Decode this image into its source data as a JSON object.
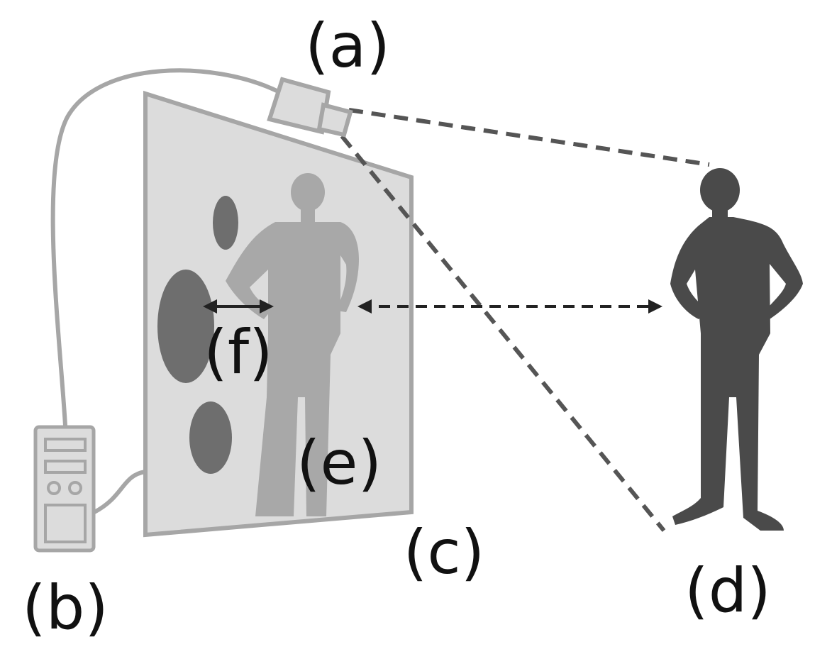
{
  "labels": {
    "a": "(a)",
    "b": "(b)",
    "c": "(c)",
    "d": "(d)",
    "e": "(e)",
    "f": "(f)"
  },
  "colors": {
    "screen_fill": "#dcdcdc",
    "screen_border": "#a6a6a6",
    "blob": "#6e6e6e",
    "reflection": "#a8a8a8",
    "person": "#4a4a4a",
    "dashed_line": "#555555",
    "arrow": "#222222",
    "cable": "#a6a6a6"
  }
}
